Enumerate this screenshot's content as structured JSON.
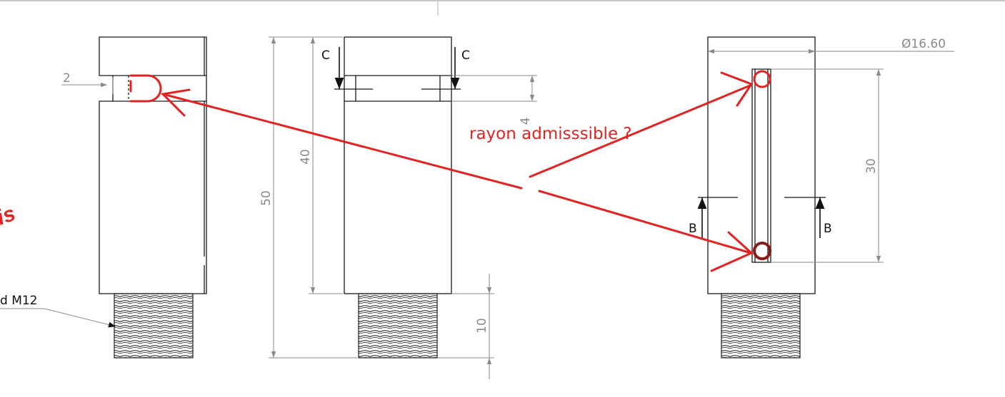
{
  "dimensions": {
    "slot_width": "2",
    "height_total": "50",
    "height_body": "40",
    "slot_height": "4",
    "thread_length": "10",
    "slot_length": "30",
    "diameter": "Ø16.60"
  },
  "section_labels": {
    "c_left": "C",
    "c_right": "C",
    "b_left": "B",
    "b_right": "B"
  },
  "callouts": {
    "thread": "d M12",
    "cut_red_text": "is"
  },
  "annotation": {
    "text": "rayon admisssible ?",
    "color": "#e32222"
  },
  "colors": {
    "line": "#1a1a1a",
    "dimension": "#8a8a8a",
    "annotation": "#e32222",
    "dark_circle": "#8b1a1a"
  }
}
